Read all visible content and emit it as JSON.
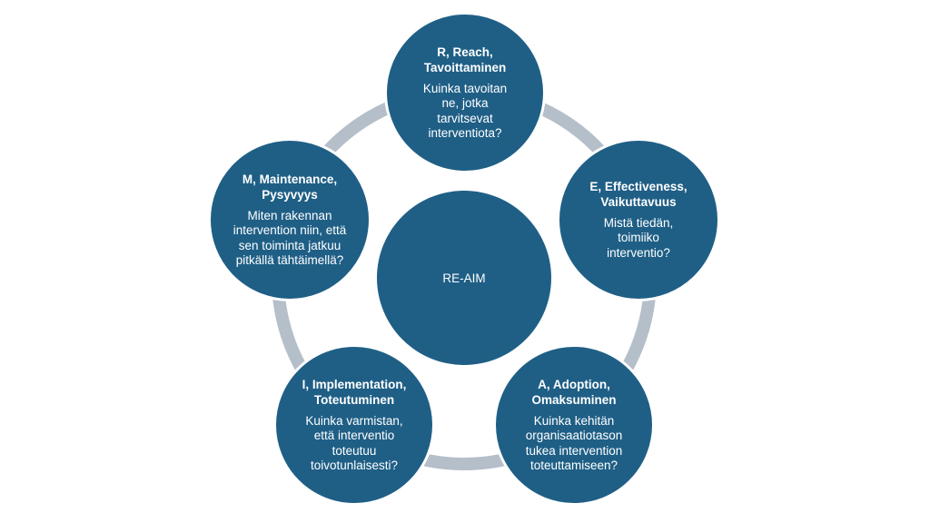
{
  "diagram": {
    "center": {
      "label": "RE-AIM"
    },
    "nodes": [
      {
        "id": "r",
        "title": "R, Reach, Tavoittaminen",
        "description": "Kuinka tavoitan ne, jotka tarvitsevat interventiota?"
      },
      {
        "id": "e",
        "title": "E, Effectiveness, Vaikuttavuus",
        "description": "Mistä tiedän, toimiiko interventio?"
      },
      {
        "id": "a",
        "title": "A, Adoption, Omaksuminen",
        "description": "Kuinka kehitän organisaatiotason tukea intervention toteuttamiseen?"
      },
      {
        "id": "i",
        "title": "I, Implementation, Toteutuminen",
        "description": "Kuinka varmistan, että interventio toteutuu toivotunlaisesti?"
      },
      {
        "id": "m",
        "title": "M, Maintenance, Pysyvyys",
        "description": "Miten rakennan intervention niin, että sen toiminta jatkuu pitkällä tähtäimellä?"
      }
    ],
    "colors": {
      "node_fill": "#1f5f86",
      "ring": "#b4bfc9",
      "text": "#ffffff"
    }
  }
}
